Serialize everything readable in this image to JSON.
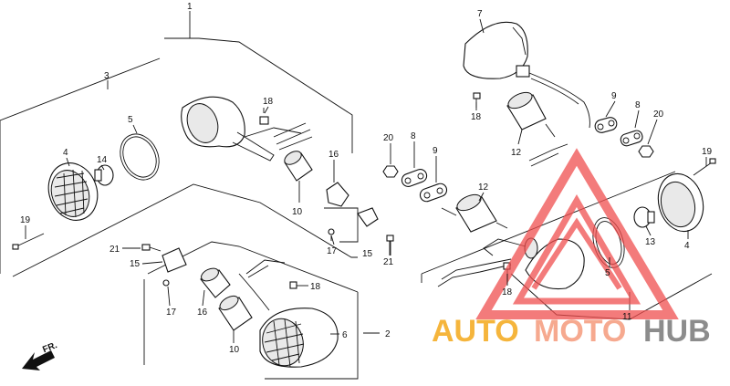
{
  "callouts": {
    "c1": "1",
    "c2": "2",
    "c3": "3",
    "c4a": "4",
    "c4b": "4",
    "c5a": "5",
    "c5b": "5",
    "c6": "6",
    "c7": "7",
    "c8a": "8",
    "c8b": "8",
    "c9a": "9",
    "c9b": "9",
    "c10a": "10",
    "c10b": "10",
    "c11": "11",
    "c12a": "12",
    "c12b": "12",
    "c13": "13",
    "c14": "14",
    "c15a": "15",
    "c15b": "15",
    "c16a": "16",
    "c16b": "16",
    "c17a": "17",
    "c17b": "17",
    "c18a": "18",
    "c18b": "18",
    "c18c": "18",
    "c18d": "18",
    "c19a": "19",
    "c19b": "19",
    "c20a": "20",
    "c20b": "20",
    "c21a": "21",
    "c21b": "21"
  },
  "direction_label": "FR.",
  "watermark": {
    "part1": "AUTO",
    "part2": "MOTO",
    "part3": "HUB",
    "colors": {
      "auto": "#f5b53c",
      "moto": "#f6a98f",
      "hub": "#8c8c8c",
      "triangle": "#f04f4f"
    }
  }
}
